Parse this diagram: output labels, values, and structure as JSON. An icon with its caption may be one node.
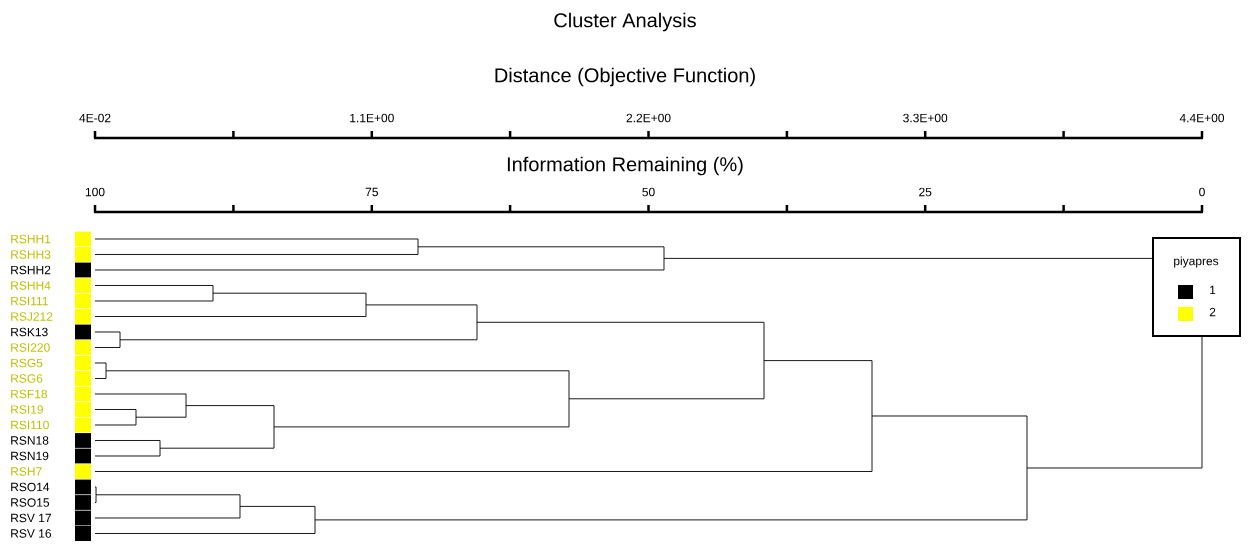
{
  "diagram": {
    "title": "Cluster Analysis",
    "labels": [
      "Distance (Objective Function)",
      "4E-02",
      "1.1E+00",
      "2.2E+00",
      "3.3E+00",
      "4.4E+00",
      "Information Remaining (%)",
      "100",
      "75",
      "50",
      "25",
      "0",
      "RSHH1",
      "RSHH3",
      "RSHH2",
      "RSHH4",
      "RSI111",
      "RSJ212",
      "RSK13",
      "RSI220",
      "RSG5",
      "RSG6",
      "RSF18",
      "RSI19",
      "RSI110",
      "RSN18",
      "RSN19",
      "RSH7",
      "RSO14",
      "RSO15",
      "RSV 17",
      "RSV 16",
      "piyapres"
    ],
    "legend": [
      {
        "text": "1",
        "color": "#000000"
      },
      {
        "text": "2",
        "color": "#ffff00"
      }
    ]
  }
}
